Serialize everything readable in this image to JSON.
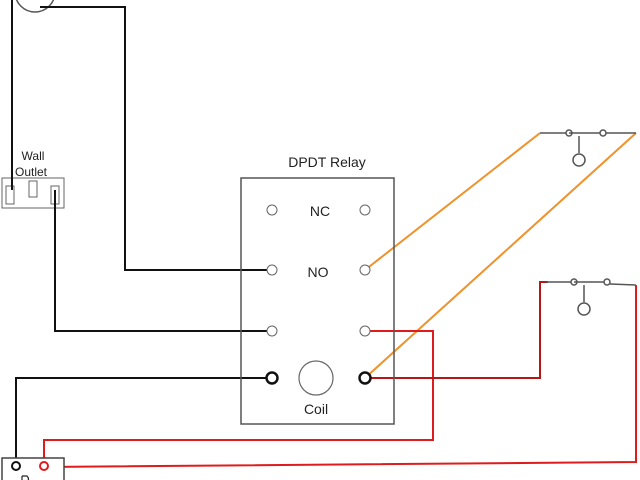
{
  "relay": {
    "title": "DPDT Relay",
    "nc_label": "NC",
    "no_label": "NO",
    "coil_label": "Coil"
  },
  "outlet": {
    "label_line1": "Wall",
    "label_line2": "Outlet"
  },
  "colors": {
    "neutral_wire": "#111111",
    "orange_wire": "#f0922b",
    "red_wire": "#e01b1b",
    "dark_red_wire": "#b51616",
    "component_stroke": "#555555",
    "background": "#ffffff"
  }
}
